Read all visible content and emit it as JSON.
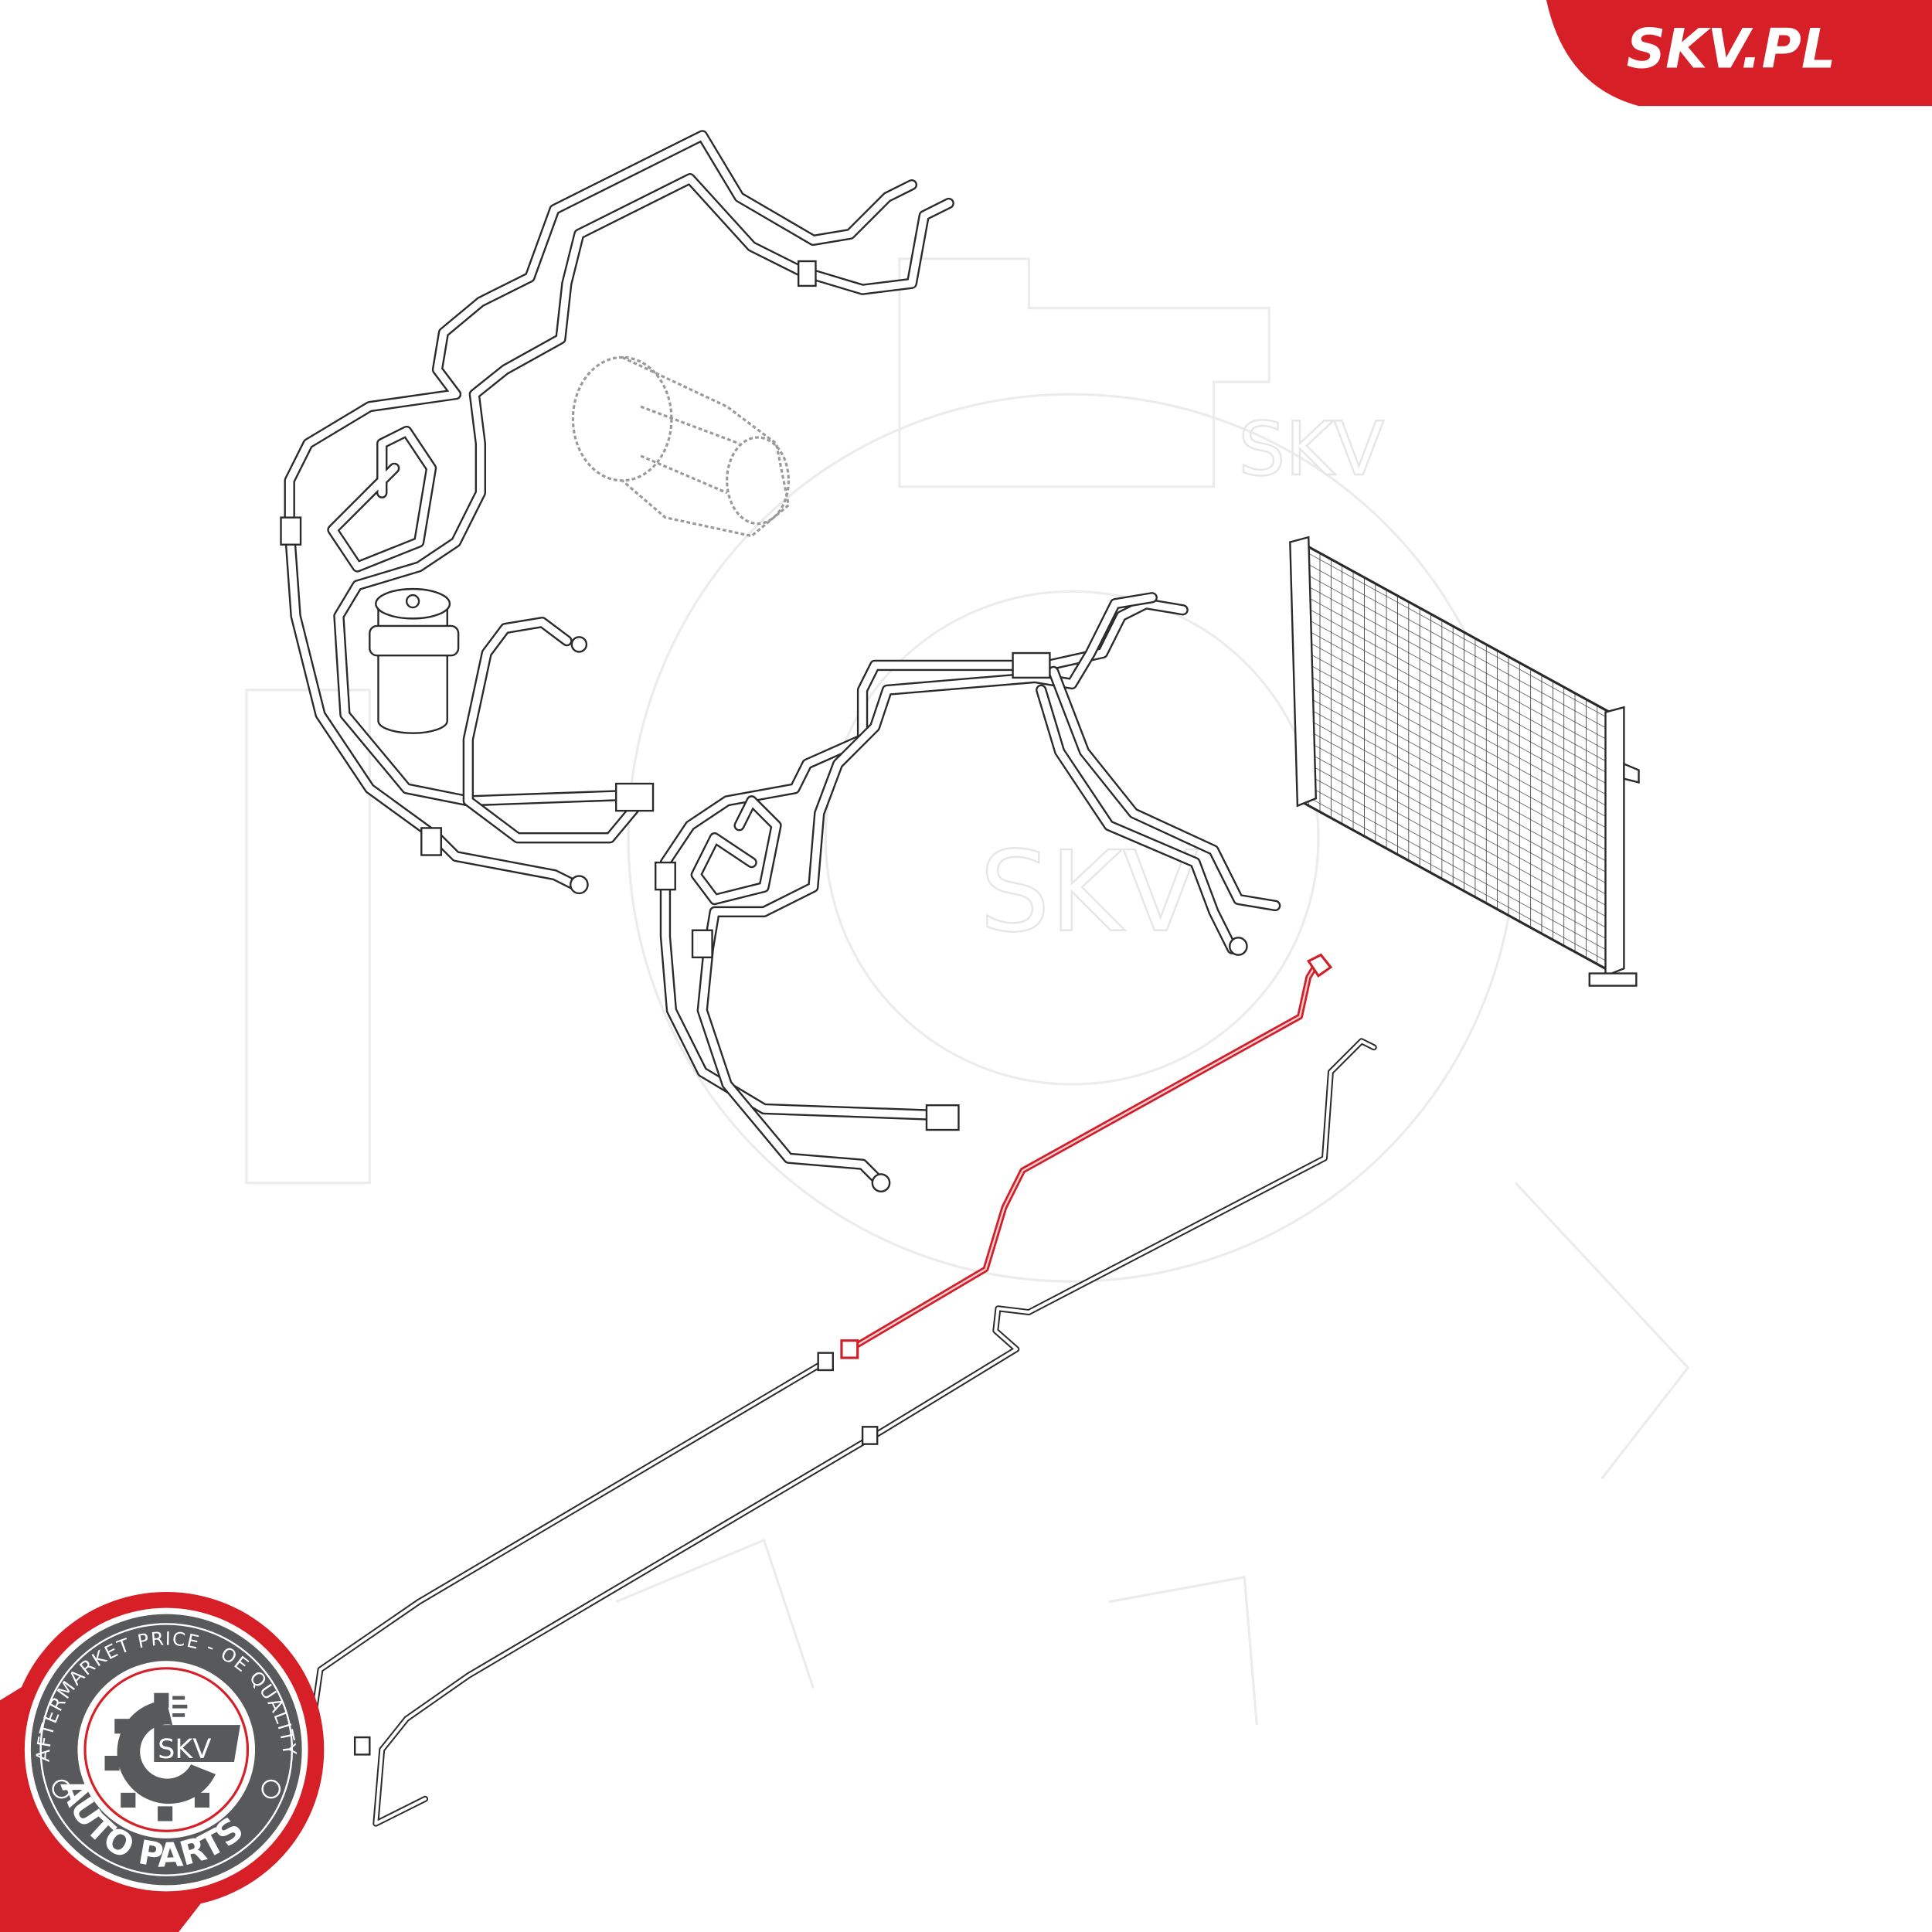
{
  "brand": {
    "site_label": "SKV.PL",
    "color": "#d71f27"
  },
  "badge": {
    "top_text": "AFTERMARKET PRICE - OE QUALITY",
    "bottom_text": "AUTO PARTS",
    "center_text": "SKV",
    "ring_color": "#58595b",
    "accent_color": "#d71f27"
  },
  "watermark": {
    "text": "SKV"
  },
  "diagram": {
    "highlight_color": "#d0202a",
    "line_color": "#2a2a2a",
    "parts": [
      "ac-hose-set-upper",
      "compressor",
      "receiver-drier",
      "ac-hose-set-middle",
      "condenser",
      "highlighted-ac-pipe",
      "rear-ac-pipes"
    ]
  }
}
